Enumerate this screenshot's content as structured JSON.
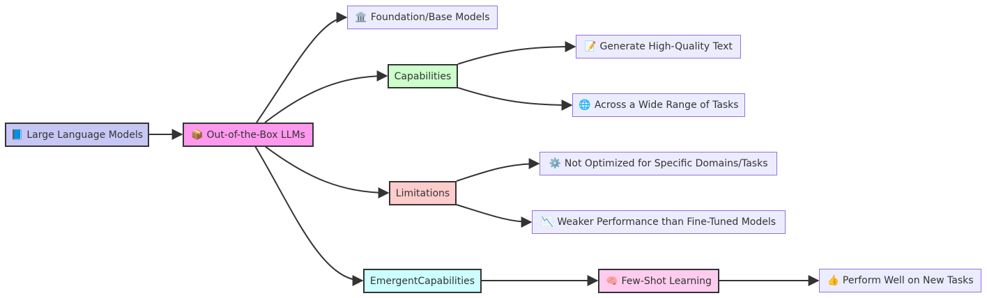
{
  "nodes": {
    "llm": {
      "icon": "📘",
      "label": "Large Language Models"
    },
    "ootb": {
      "icon": "📦",
      "label": "Out-of-the-Box LLMs"
    },
    "foundation": {
      "icon": "🏛️",
      "label": "Foundation/Base Models"
    },
    "capabilities": {
      "label": "Capabilities"
    },
    "generate": {
      "icon": "📝",
      "label": "Generate High-Quality Text"
    },
    "across": {
      "icon": "🌐",
      "label": "Across a Wide Range of Tasks"
    },
    "limitations": {
      "label": "Limitations"
    },
    "notopt": {
      "icon": "⚙️",
      "label": "Not Optimized for Specific Domains/Tasks"
    },
    "weaker": {
      "icon": "📉",
      "label": "Weaker Performance than Fine-Tuned Models"
    },
    "emergent": {
      "label": "EmergentCapabilities"
    },
    "fewshot": {
      "icon": "🧠",
      "label": "Few-Shot Learning"
    },
    "perform": {
      "icon": "👍",
      "label": "Perform Well on New Tasks"
    }
  },
  "edges": [
    [
      "llm",
      "ootb"
    ],
    [
      "ootb",
      "foundation"
    ],
    [
      "ootb",
      "capabilities"
    ],
    [
      "ootb",
      "limitations"
    ],
    [
      "ootb",
      "emergent"
    ],
    [
      "capabilities",
      "generate"
    ],
    [
      "capabilities",
      "across"
    ],
    [
      "limitations",
      "notopt"
    ],
    [
      "limitations",
      "weaker"
    ],
    [
      "emergent",
      "fewshot"
    ],
    [
      "fewshot",
      "perform"
    ]
  ]
}
